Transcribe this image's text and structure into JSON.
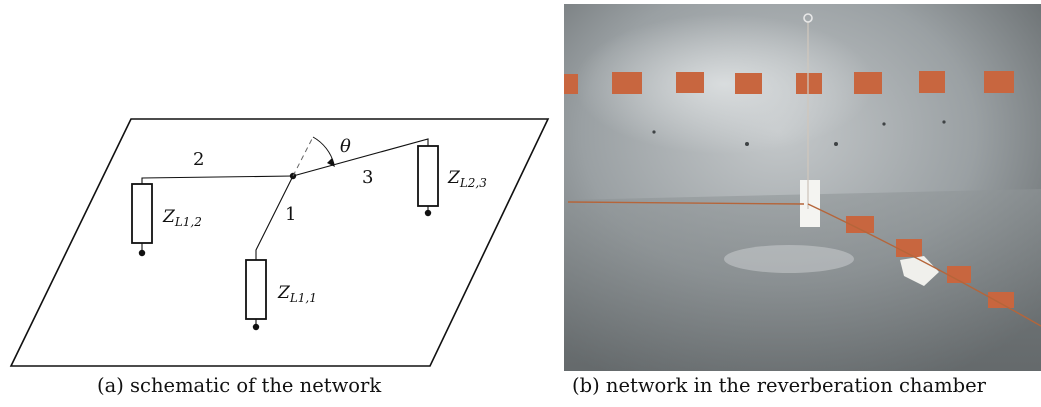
{
  "figure_a": {
    "caption": "(a) schematic of the network",
    "theta": "θ",
    "line_labels": {
      "l1": "1",
      "l2": "2",
      "l3": "3"
    },
    "loads": {
      "z11": {
        "main": "Z",
        "sub": "L1,1"
      },
      "z12": {
        "main": "Z",
        "sub": "L1,2"
      },
      "z23": {
        "main": "Z",
        "sub": "L2,3"
      }
    }
  },
  "figure_b": {
    "caption": "(b) network in the reverberation chamber"
  },
  "colors": {
    "ink": "#111111",
    "chamber_wall": "#9aa0a3",
    "copper_tape": "#c8663f",
    "wire": "#b5653a"
  }
}
